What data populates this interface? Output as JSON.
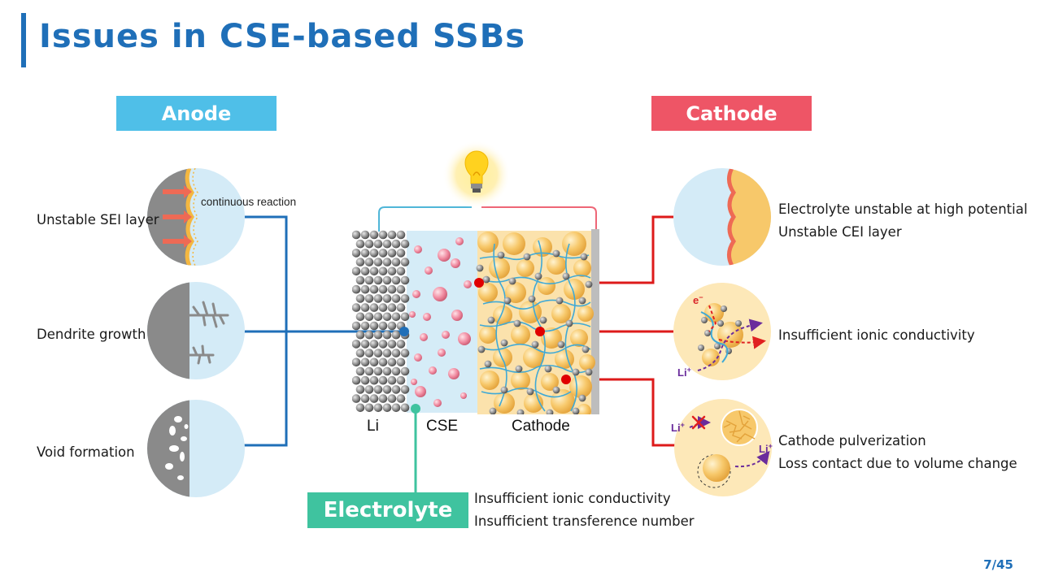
{
  "title": "Issues in CSE-based SSBs",
  "page_number": "7/45",
  "anode": {
    "header": "Anode",
    "issues": [
      {
        "label": "Unstable SEI layer"
      },
      {
        "label": "Dendrite growth"
      },
      {
        "label": "Void formation"
      }
    ],
    "continuous_reaction": "continuous reaction"
  },
  "cathode": {
    "header": "Cathode",
    "issue_lines": [
      "Electrolyte unstable at high potential",
      "Unstable CEI layer",
      "Insufficient ionic conductivity",
      "Cathode pulverization",
      "Loss contact due to volume change"
    ],
    "ion_labels": {
      "electron": "e",
      "li_plus": "Li"
    }
  },
  "electrolyte": {
    "header": "Electrolyte",
    "issue_lines": [
      "Insufficient ionic conductivity",
      "Insufficient transference number"
    ]
  },
  "cell_labels": {
    "li": "Li",
    "cse": "CSE",
    "cathode": "Cathode"
  },
  "colors": {
    "title_blue": "#1f6fb8",
    "anode": "#4fbfe8",
    "cathode": "#ee5566",
    "electrolyte": "#3fc39f",
    "anode_link": "#1f6fb8",
    "cathode_link": "#dd1a1a"
  },
  "icons": [
    "light-bulb-icon",
    "cross-mark-icon"
  ]
}
